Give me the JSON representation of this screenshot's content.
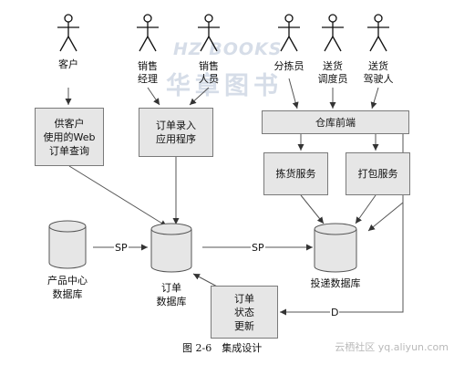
{
  "watermark": {
    "line1": "",
    "line2": "HZ BOOKS",
    "line3": "华章图书"
  },
  "actors": [
    {
      "label": "客户"
    },
    {
      "label": "销售\n经理"
    },
    {
      "label": "销售\n人员"
    },
    {
      "label": "分拣员"
    },
    {
      "label": "送货\n调度员"
    },
    {
      "label": "送货\n驾驶人"
    }
  ],
  "boxes": {
    "web_query": "供客户\n使用的Web\n订单查询",
    "order_entry": "订单录入\n应用程序",
    "warehouse_frontend": "仓库前端",
    "picking_service": "拣货服务",
    "packing_service": "打包服务",
    "order_status_update": "订单\n状态\n更新"
  },
  "databases": {
    "product_center": "产品中心\n数据库",
    "order": "订单\n数据库",
    "delivery": "投递数据库"
  },
  "edge_labels": {
    "sp1": "SP",
    "sp2": "SP",
    "d": "D"
  },
  "caption": "图 2-6　集成设计",
  "footer_watermark": "云栖社区 yq.aliyun.com"
}
